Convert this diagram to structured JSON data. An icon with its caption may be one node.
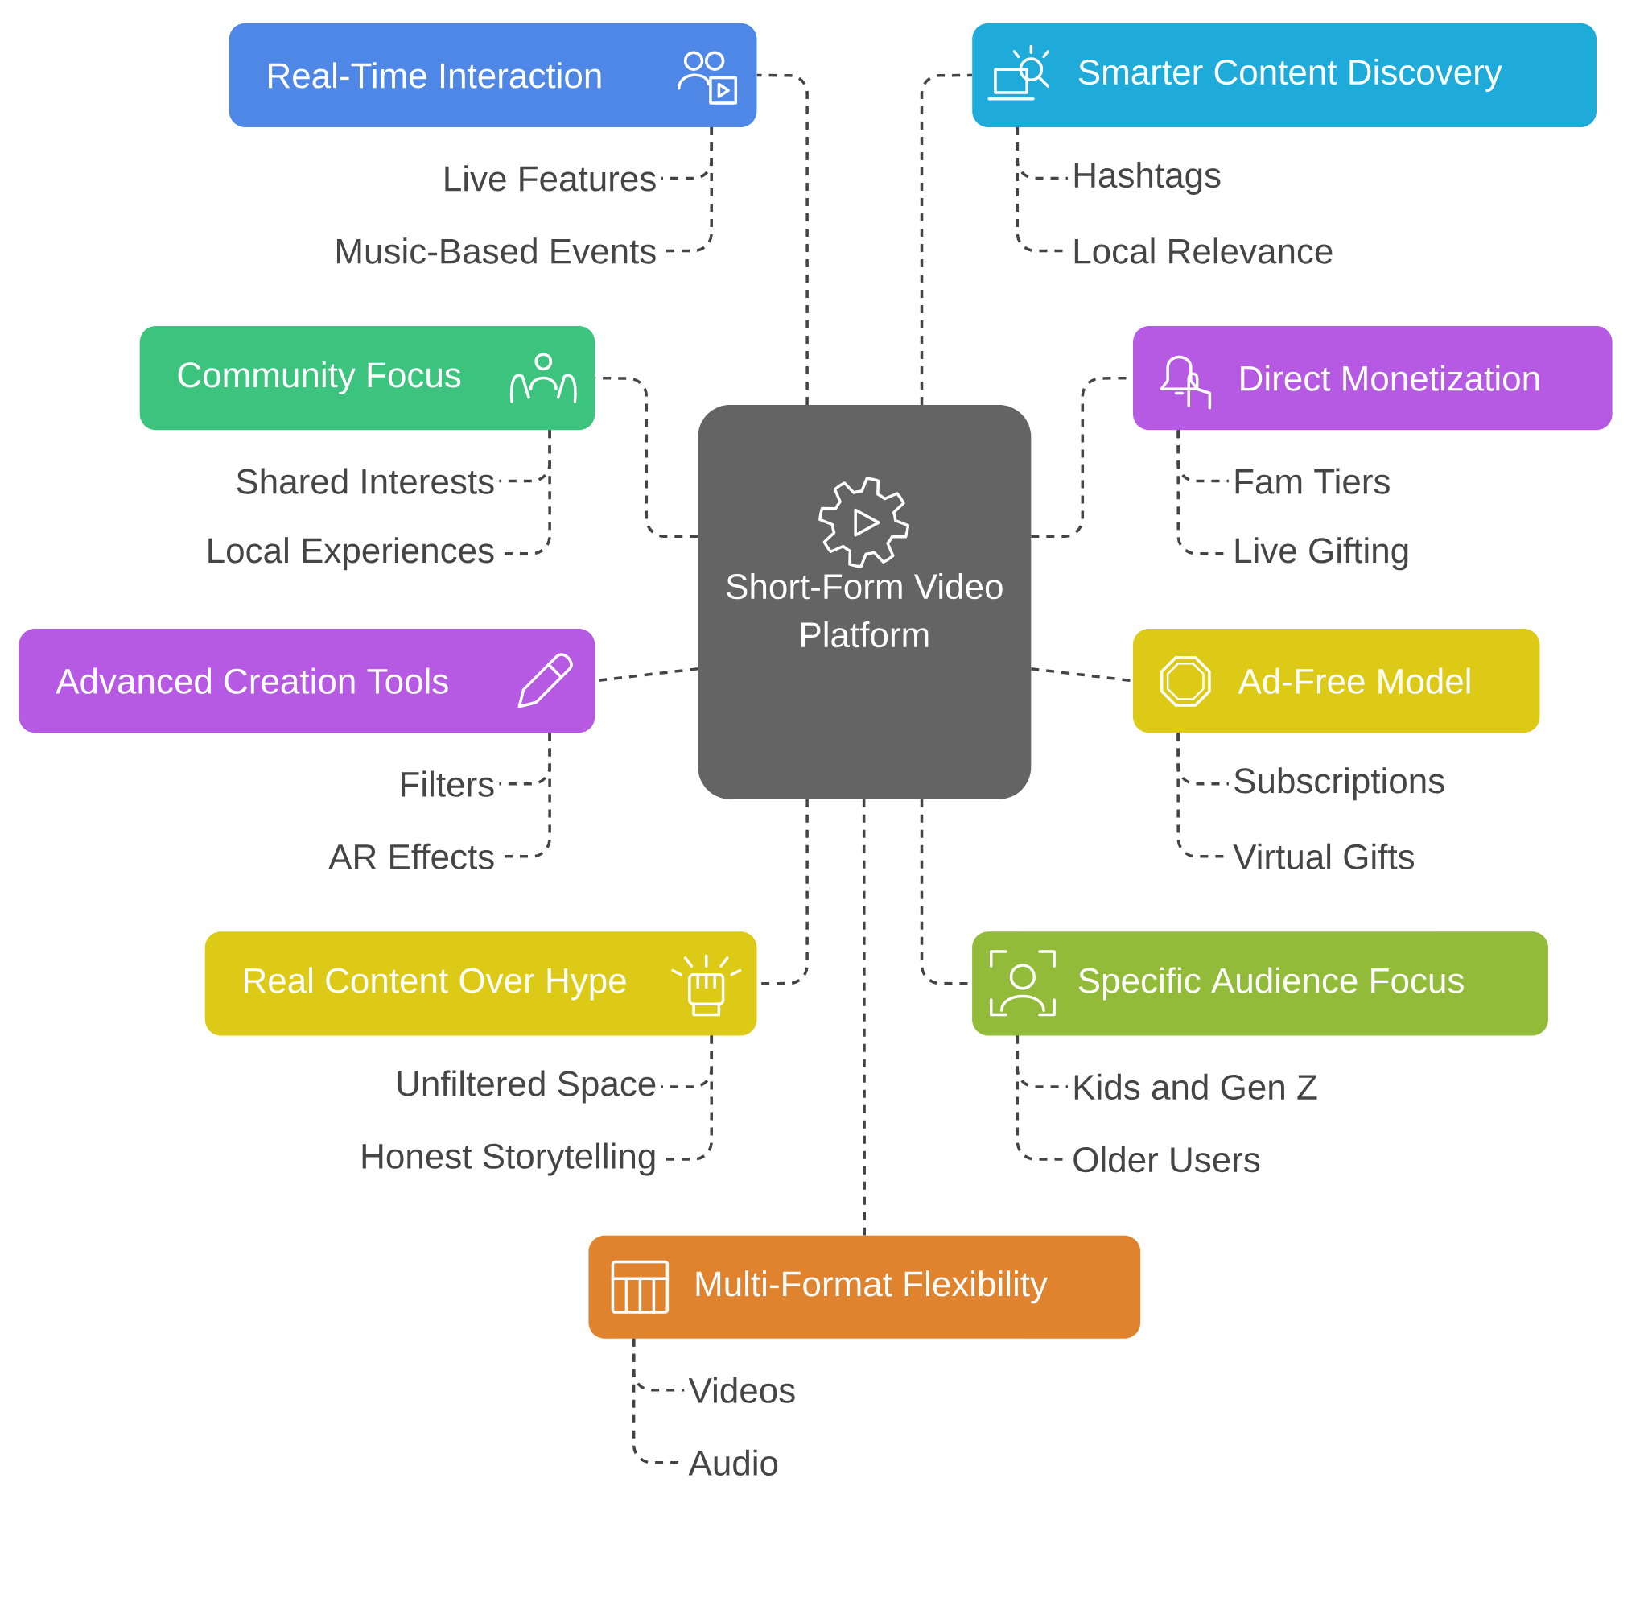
{
  "diagram": {
    "nodes": [
      {
        "text": [
          "Short-Form Video Platform"
        ]
      },
      {
        "text": [
          "Real-Time Interaction"
        ]
      },
      {
        "text": [
          "Live Features"
        ]
      },
      {
        "text": [
          "Music-Based Events"
        ]
      },
      {
        "text": [
          "Smarter Content Discovery"
        ]
      },
      {
        "text": [
          "Hashtags"
        ]
      },
      {
        "text": [
          "Local Relevance"
        ]
      },
      {
        "text": [
          "Community Focus"
        ]
      },
      {
        "text": [
          "Shared Interests"
        ]
      },
      {
        "text": [
          "Local Experiences"
        ]
      },
      {
        "text": [
          "Direct Monetization"
        ]
      },
      {
        "text": [
          "Fam Tiers"
        ]
      },
      {
        "text": [
          "Live Gifting"
        ]
      },
      {
        "text": [
          "Advanced Creation Tools"
        ]
      },
      {
        "text": [
          "Filters"
        ]
      },
      {
        "text": [
          "AR Effects"
        ]
      },
      {
        "text": [
          "Ad-Free Model"
        ]
      },
      {
        "text": [
          "Subscriptions"
        ]
      },
      {
        "text": [
          "Virtual Gifts"
        ]
      },
      {
        "text": [
          "Real Content Over Hype"
        ]
      },
      {
        "text": [
          "Unfiltered Space"
        ]
      },
      {
        "text": [
          "Honest Storytelling"
        ]
      },
      {
        "text": [
          "Specific Audience Focus"
        ]
      },
      {
        "text": [
          "Kids and Gen Z"
        ]
      },
      {
        "text": [
          "Older Users"
        ]
      },
      {
        "text": [
          "Multi-Format Flexibility"
        ]
      },
      {
        "text": [
          "Videos"
        ]
      },
      {
        "text": [
          "Audio"
        ]
      }
    ],
    "edges": [
      {
        "from": 0,
        "to": 1,
        "arrow": "none",
        "style": "dashed"
      },
      {
        "from": 1,
        "to": 2,
        "arrow": "none",
        "style": "dashed"
      },
      {
        "from": 1,
        "to": 3,
        "arrow": "none",
        "style": "dashed"
      },
      {
        "from": 0,
        "to": 4,
        "arrow": "none",
        "style": "dashed"
      },
      {
        "from": 4,
        "to": 5,
        "arrow": "none",
        "style": "dashed"
      },
      {
        "from": 4,
        "to": 6,
        "arrow": "none",
        "style": "dashed"
      },
      {
        "from": 0,
        "to": 7,
        "arrow": "none",
        "style": "dashed"
      },
      {
        "from": 7,
        "to": 8,
        "arrow": "none",
        "style": "dashed"
      },
      {
        "from": 7,
        "to": 9,
        "arrow": "none",
        "style": "dashed"
      },
      {
        "from": 0,
        "to": 10,
        "arrow": "none",
        "style": "dashed"
      },
      {
        "from": 10,
        "to": 11,
        "arrow": "none",
        "style": "dashed"
      },
      {
        "from": 10,
        "to": 12,
        "arrow": "none",
        "style": "dashed"
      },
      {
        "from": 0,
        "to": 13,
        "arrow": "none",
        "style": "dashed"
      },
      {
        "from": 13,
        "to": 14,
        "arrow": "none",
        "style": "dashed"
      },
      {
        "from": 13,
        "to": 15,
        "arrow": "none",
        "style": "dashed"
      },
      {
        "from": 0,
        "to": 16,
        "arrow": "none",
        "style": "dashed"
      },
      {
        "from": 16,
        "to": 17,
        "arrow": "none",
        "style": "dashed"
      },
      {
        "from": 16,
        "to": 18,
        "arrow": "none",
        "style": "dashed"
      },
      {
        "from": 0,
        "to": 19,
        "arrow": "none",
        "style": "dashed"
      },
      {
        "from": 19,
        "to": 20,
        "arrow": "none",
        "style": "dashed"
      },
      {
        "from": 19,
        "to": 21,
        "arrow": "none",
        "style": "dashed"
      },
      {
        "from": 0,
        "to": 22,
        "arrow": "none",
        "style": "dashed"
      },
      {
        "from": 22,
        "to": 23,
        "arrow": "none",
        "style": "dashed"
      },
      {
        "from": 22,
        "to": 24,
        "arrow": "none",
        "style": "dashed"
      },
      {
        "from": 0,
        "to": 25,
        "arrow": "none",
        "style": "dashed"
      },
      {
        "from": 25,
        "to": 26,
        "arrow": "none",
        "style": "dashed"
      },
      {
        "from": 25,
        "to": 27,
        "arrow": "none",
        "style": "dashed"
      }
    ]
  }
}
